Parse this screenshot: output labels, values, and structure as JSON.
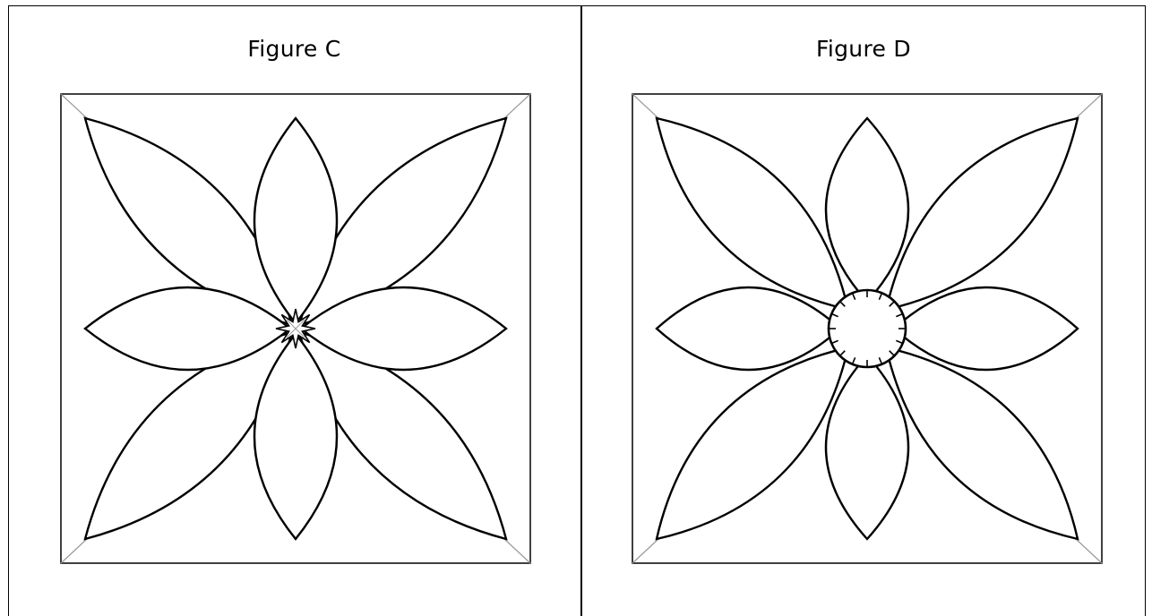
{
  "figures": [
    {
      "title": "Figure C",
      "center_style": "star"
    },
    {
      "title": "Figure D",
      "center_style": "circle"
    }
  ],
  "colors": {
    "line": "#000000",
    "diagonal": "#9a9a9a",
    "background": "#ffffff"
  }
}
